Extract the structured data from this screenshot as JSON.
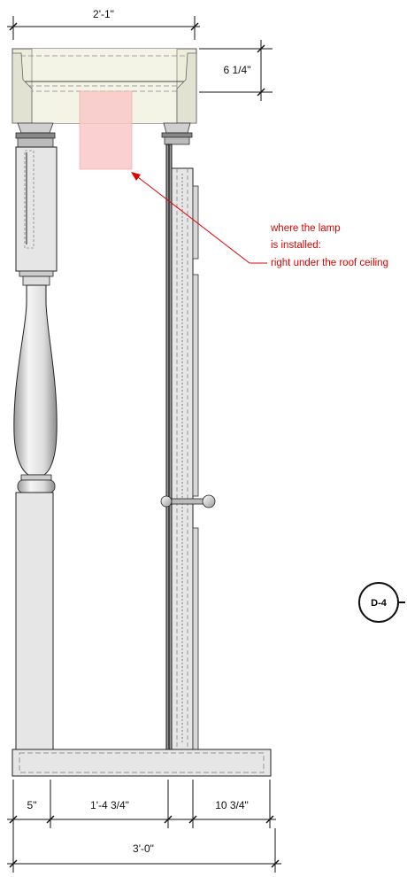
{
  "drawing": {
    "dimensions": {
      "top_width": "2'-1\"",
      "beam_height": "6 1/4\"",
      "left_segment": "5\"",
      "middle_segment": "1'-4 3/4\"",
      "right_segment": "10 3/4\"",
      "overall_width": "3'-0\""
    },
    "annotation": {
      "lines": [
        "where the lamp",
        "is installed:",
        "right under the roof ceiling"
      ],
      "color": "#e00000"
    },
    "section_tag": "D-4",
    "colors": {
      "line": "#111111",
      "fill_light": "#e6e6e6",
      "beam_fill": "#ededdc",
      "lamp_zone": "#f9c8c8"
    }
  }
}
